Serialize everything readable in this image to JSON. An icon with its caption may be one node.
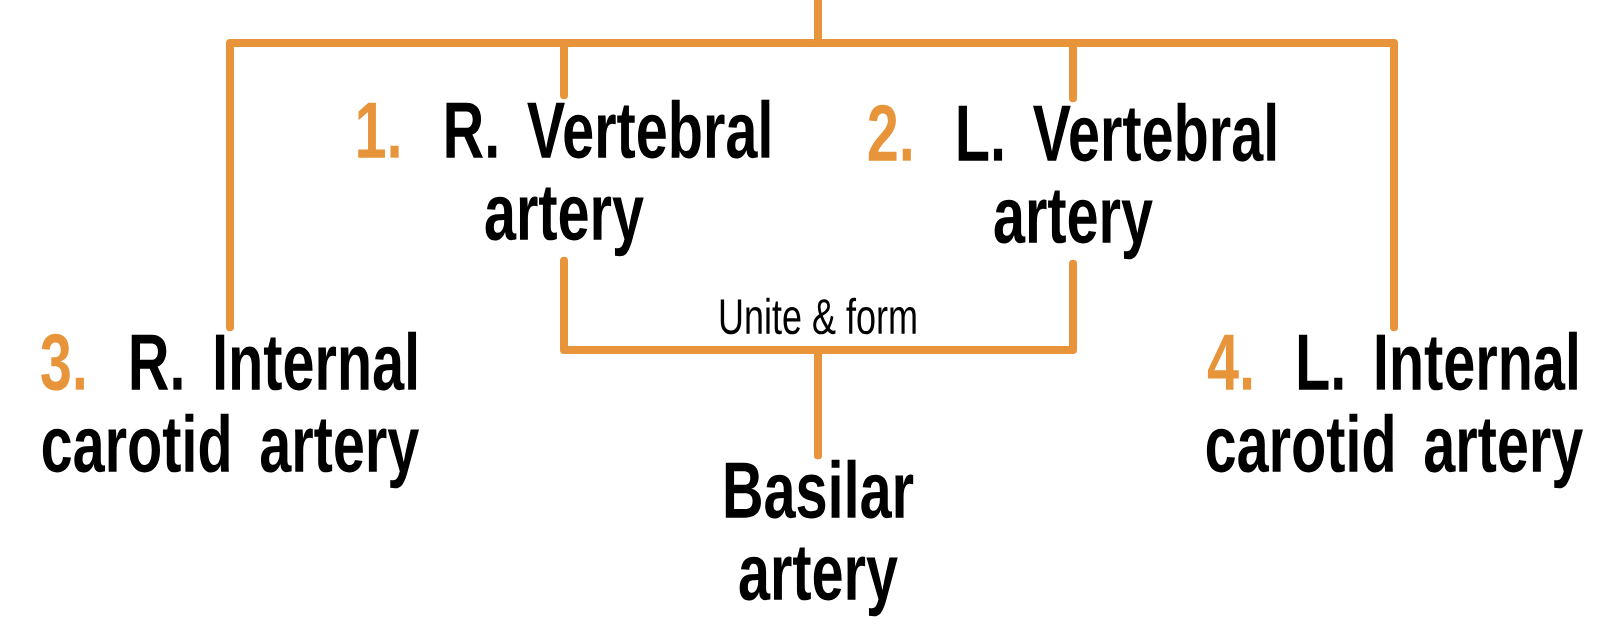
{
  "diagram": {
    "nodes": [
      {
        "text": [
          "1.",
          "R. Vertebral artery"
        ]
      },
      {
        "text": [
          "2.",
          "L. Vertebral artery"
        ]
      },
      {
        "text": [
          "3.",
          "R. Internal carotid artery"
        ]
      },
      {
        "text": [
          "4.",
          "L. Internal carotid artery"
        ]
      },
      {
        "text": [
          "Basilar artery"
        ]
      }
    ],
    "edges": [
      {
        "from": null,
        "to": 0,
        "arrow": "none"
      },
      {
        "from": null,
        "to": 1,
        "arrow": "none"
      },
      {
        "from": null,
        "to": 2,
        "arrow": "none"
      },
      {
        "from": null,
        "to": 3,
        "arrow": "none"
      },
      {
        "from": 0,
        "to": 4,
        "arrow": "none"
      },
      {
        "from": 1,
        "to": 4,
        "arrow": "none"
      }
    ],
    "labels": [
      "Unite & form"
    ]
  }
}
